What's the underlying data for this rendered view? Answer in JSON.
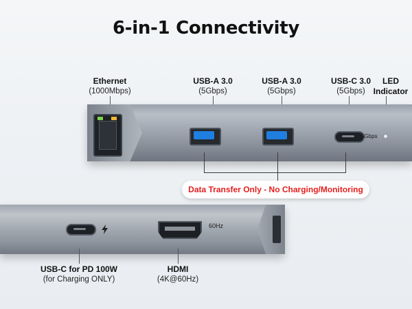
{
  "title": "6-in-1 Connectivity",
  "ports_top": {
    "ethernet": {
      "name": "Ethernet",
      "spec": "(1000Mbps)"
    },
    "usba1": {
      "name": "USB-A 3.0",
      "spec": "(5Gbps)"
    },
    "usba2": {
      "name": "USB-A 3.0",
      "spec": "(5Gbps)"
    },
    "usbc": {
      "name": "USB-C 3.0",
      "spec": "(5Gbps)"
    },
    "led": {
      "name_line1": "LED",
      "name_line2": "Indicator"
    },
    "usbc_marking": "5Gbps"
  },
  "note": "Data Transfer Only - No Charging/Monitoring",
  "ports_bottom": {
    "usbc_pd": {
      "name": "USB-C for PD 100W",
      "spec": "(for Charging ONLY)"
    },
    "hdmi": {
      "name": "HDMI",
      "spec": "(4K@60Hz)"
    },
    "hdmi_marking": "60Hz"
  },
  "colors": {
    "note_text": "#e51d1d",
    "usb_blue": "#1f7fe0",
    "led_green": "#7fd34a",
    "led_amber": "#f2b632"
  }
}
